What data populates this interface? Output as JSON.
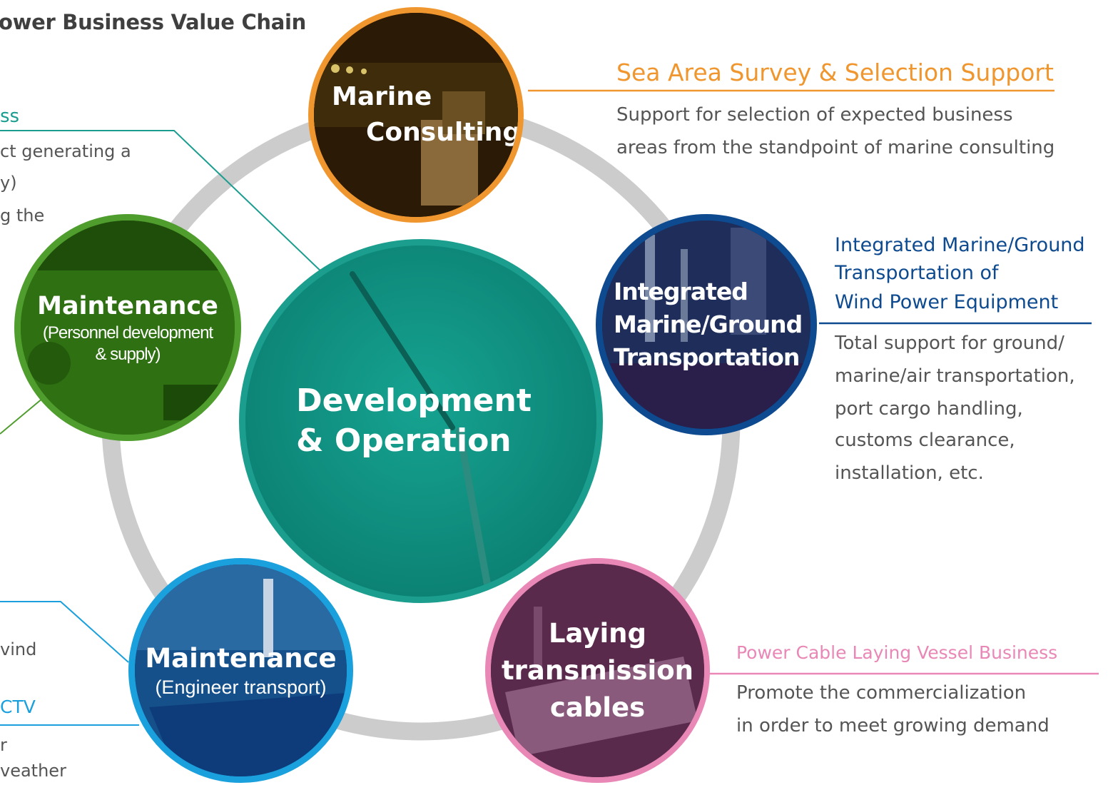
{
  "title": "ower Business Value Chain",
  "center": {
    "line1": "Development",
    "line2": "& Operation"
  },
  "nodes": {
    "marine_consulting": {
      "line1": "Marine",
      "line2": "Consulting",
      "color": "#f0962e"
    },
    "transportation": {
      "line1": "Integrated",
      "line2": "Marine/Ground",
      "line3": "Transportation",
      "color": "#0d4a8f"
    },
    "cables": {
      "line1": "Laying",
      "line2": "transmission",
      "line3": "cables",
      "color": "#e987b6"
    },
    "maint_transport": {
      "line1": "Maintenance",
      "sub": "(Engineer transport)",
      "color": "#1aa0dc"
    },
    "maint_personnel": {
      "line1": "Maintenance",
      "sub1": "(Personnel development",
      "sub2": "& supply)",
      "color": "#4e9d2d"
    }
  },
  "panels": {
    "sea_area": {
      "heading": "Sea Area Survey & Selection Support",
      "body1": "Support for selection of expected business",
      "body2": "areas from the standpoint of marine consulting",
      "color": "#f0962e"
    },
    "transport": {
      "heading1": "Integrated Marine/Ground",
      "heading2": "Transportation of",
      "heading3": "Wind Power Equipment",
      "body": [
        "Total support for ground/",
        "marine/air transportation,",
        "port cargo handling,",
        "customs clearance,",
        "installation, etc."
      ],
      "color": "#0d4a8f"
    },
    "cable_vessel": {
      "heading": "Power Cable Laying Vessel Business",
      "body1": "Promote the commercialization",
      "body2": "in order to meet growing demand",
      "color": "#e987b6"
    },
    "left_top": {
      "heading": "ss",
      "body1": "ct generating a",
      "body2": "y)",
      "body3": "g the",
      "color": "#1a9d8f"
    },
    "left_bottom": {
      "body1": "vind",
      "heading": "CTV",
      "body2": "r",
      "body3": "veather",
      "color": "#1aa0dc"
    }
  },
  "colors": {
    "ring": "#cccccc",
    "center": "#0f9585",
    "center_border": "#1b9e8e"
  }
}
